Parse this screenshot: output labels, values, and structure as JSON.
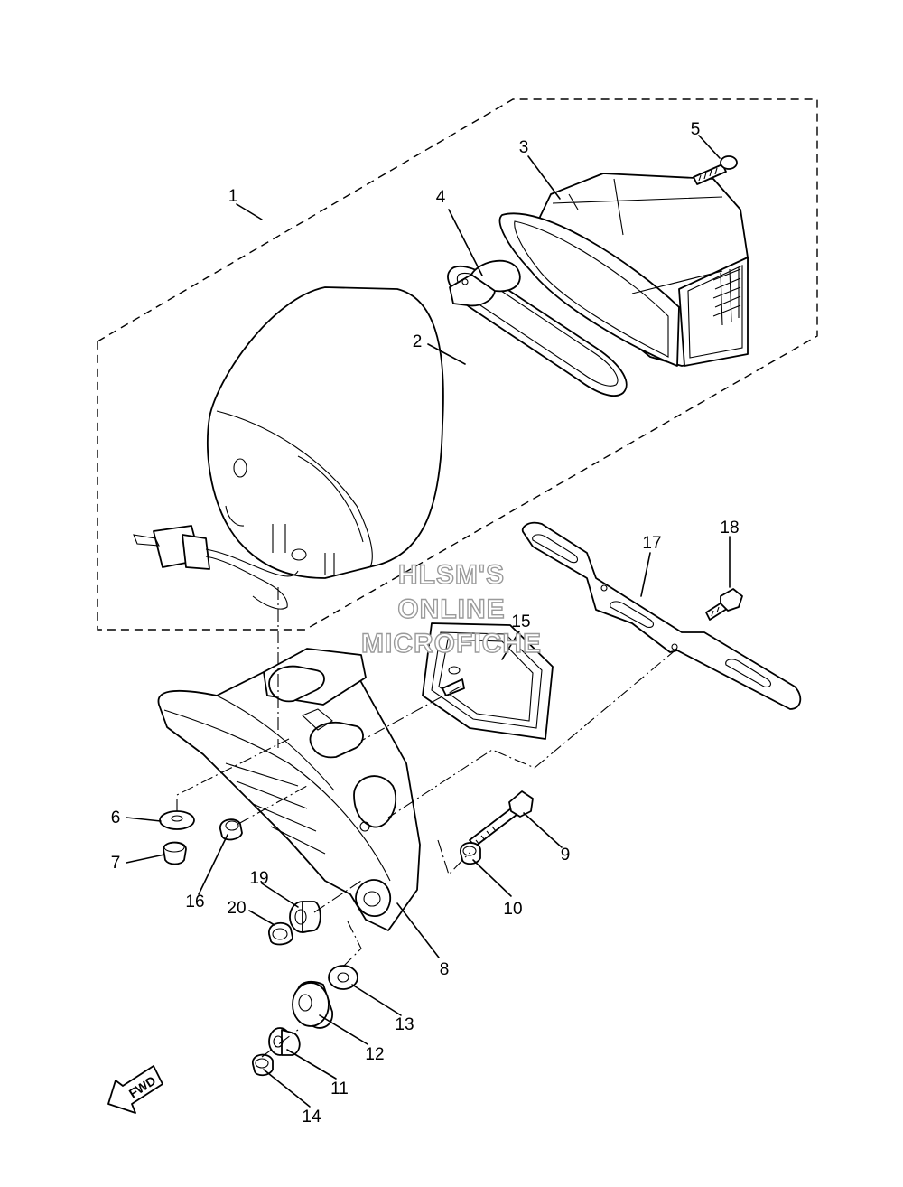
{
  "watermark": {
    "line1": "HLSM'S",
    "line2": "ONLINE",
    "line3": "MICROFICHE"
  },
  "direction_arrow": {
    "label": "FWD"
  },
  "callouts": [
    "1",
    "2",
    "3",
    "4",
    "5",
    "6",
    "7",
    "8",
    "9",
    "10",
    "11",
    "12",
    "13",
    "14",
    "15",
    "16",
    "17",
    "18",
    "19",
    "20"
  ]
}
